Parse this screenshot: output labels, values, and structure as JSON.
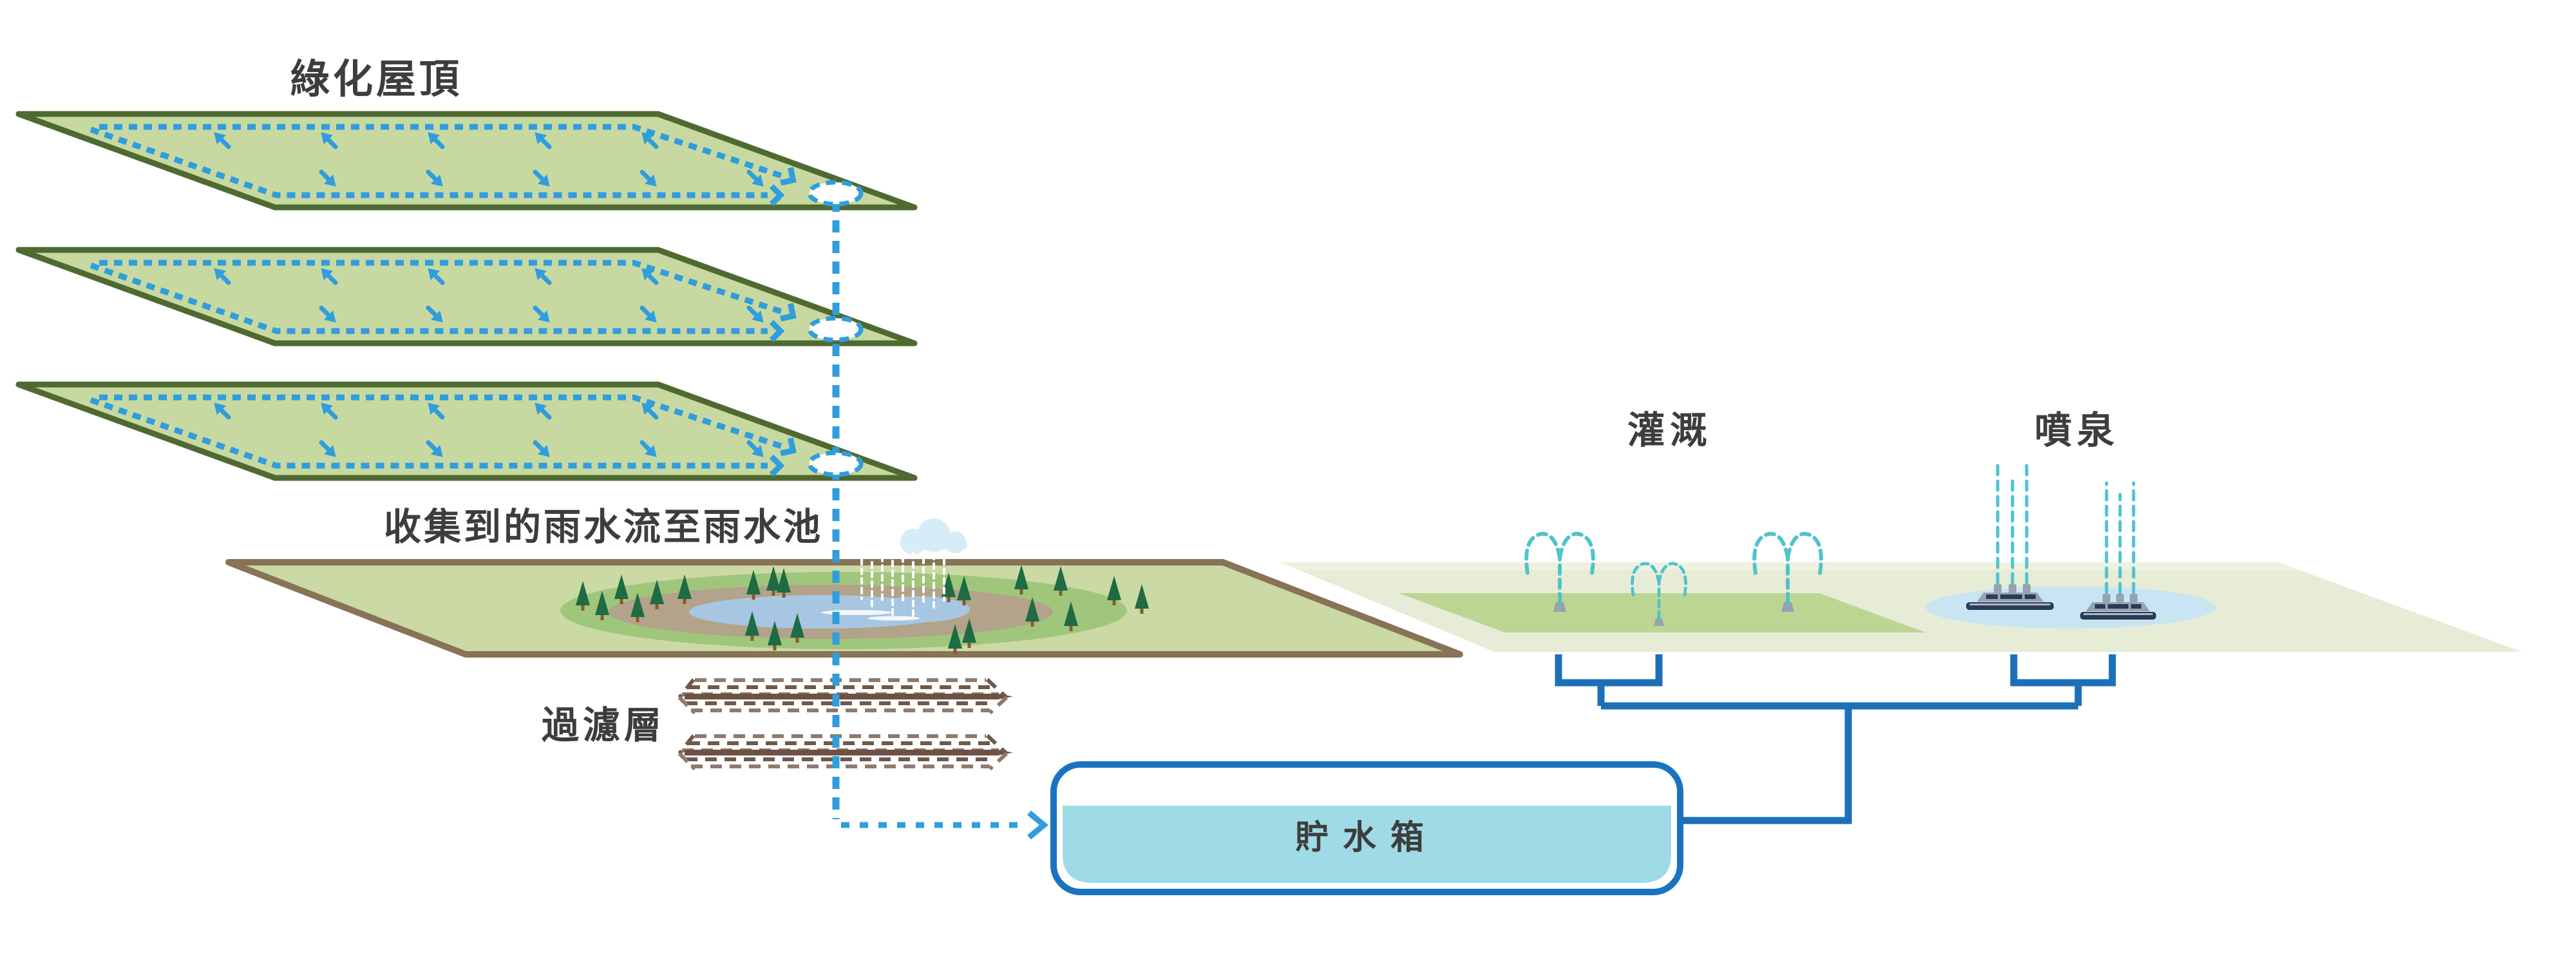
{
  "diagram": {
    "labels": {
      "green_roof": "綠化屋頂",
      "collected_rainwater": "收集到的雨水流至雨水池",
      "filter_layer": "過濾層",
      "storage_tank": "貯水箱",
      "irrigation": "灌溉",
      "fountain": "噴泉"
    },
    "colors": {
      "roof_fill": "#c7d9a1",
      "roof_border": "#4e6a31",
      "flow_blue": "#309ddd",
      "pipe_blue": "#1d6fb8",
      "tank_border": "#1a73c0",
      "tank_water": "#9fdbe6",
      "ground_fill": "#cbd9a4",
      "ground_border": "#877356",
      "plaza_fill": "#e7ecd6",
      "lawn_fill": "#bdd593",
      "pond_water": "#a7c6e2",
      "pool_water": "#c9e5f3",
      "spray_teal": "#4fc3ce",
      "tree_green": "#1e6b44",
      "filter_brown": "#8f7a6b",
      "cloud_blue": "#d6edf7",
      "label_text": "#3d3d3d"
    }
  }
}
